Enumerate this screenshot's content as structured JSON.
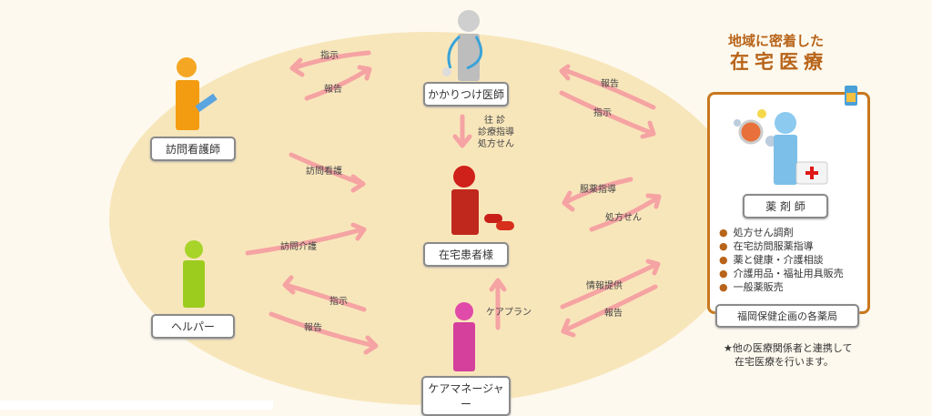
{
  "title": {
    "line1": "地域に密着した",
    "line2": "在宅医療"
  },
  "roles": {
    "doctor": "かかりつけ医師",
    "nurse": "訪問看護師",
    "patient": "在宅患者様",
    "helper": "ヘルパー",
    "caremanager": "ケアマネージャー",
    "pharmacist": "薬 剤 師"
  },
  "arrows": {
    "nurse_instruct": "指示",
    "nurse_report": "報告",
    "doctor_visit": "往 診",
    "doctor_guidance": "診療指導",
    "doctor_rx": "処方せん",
    "visit_nursing": "訪問看護",
    "visit_care": "訪問介護",
    "pharm_report": "報告",
    "pharm_instruct": "指示",
    "med_guidance": "服薬指導",
    "pharm_rx": "処方せん",
    "helper_instruct": "指示",
    "helper_report": "報告",
    "careplan": "ケアプラン",
    "info": "情報提供",
    "cm_report": "報告"
  },
  "services": [
    "処方せん調剤",
    "在宅訪問服薬指導",
    "薬と健康・介護相談",
    "介護用品・福祉用具販売",
    "一般薬販売"
  ],
  "pharmacy_label": "福岡保健企画の各薬局",
  "note": {
    "line1": "★他の医療関係者と連携して",
    "line2": "在宅医療を行います。"
  },
  "colors": {
    "arrow": "#f5a3a3",
    "accent": "#b8641a",
    "ellipse": "#f8e6bb"
  }
}
